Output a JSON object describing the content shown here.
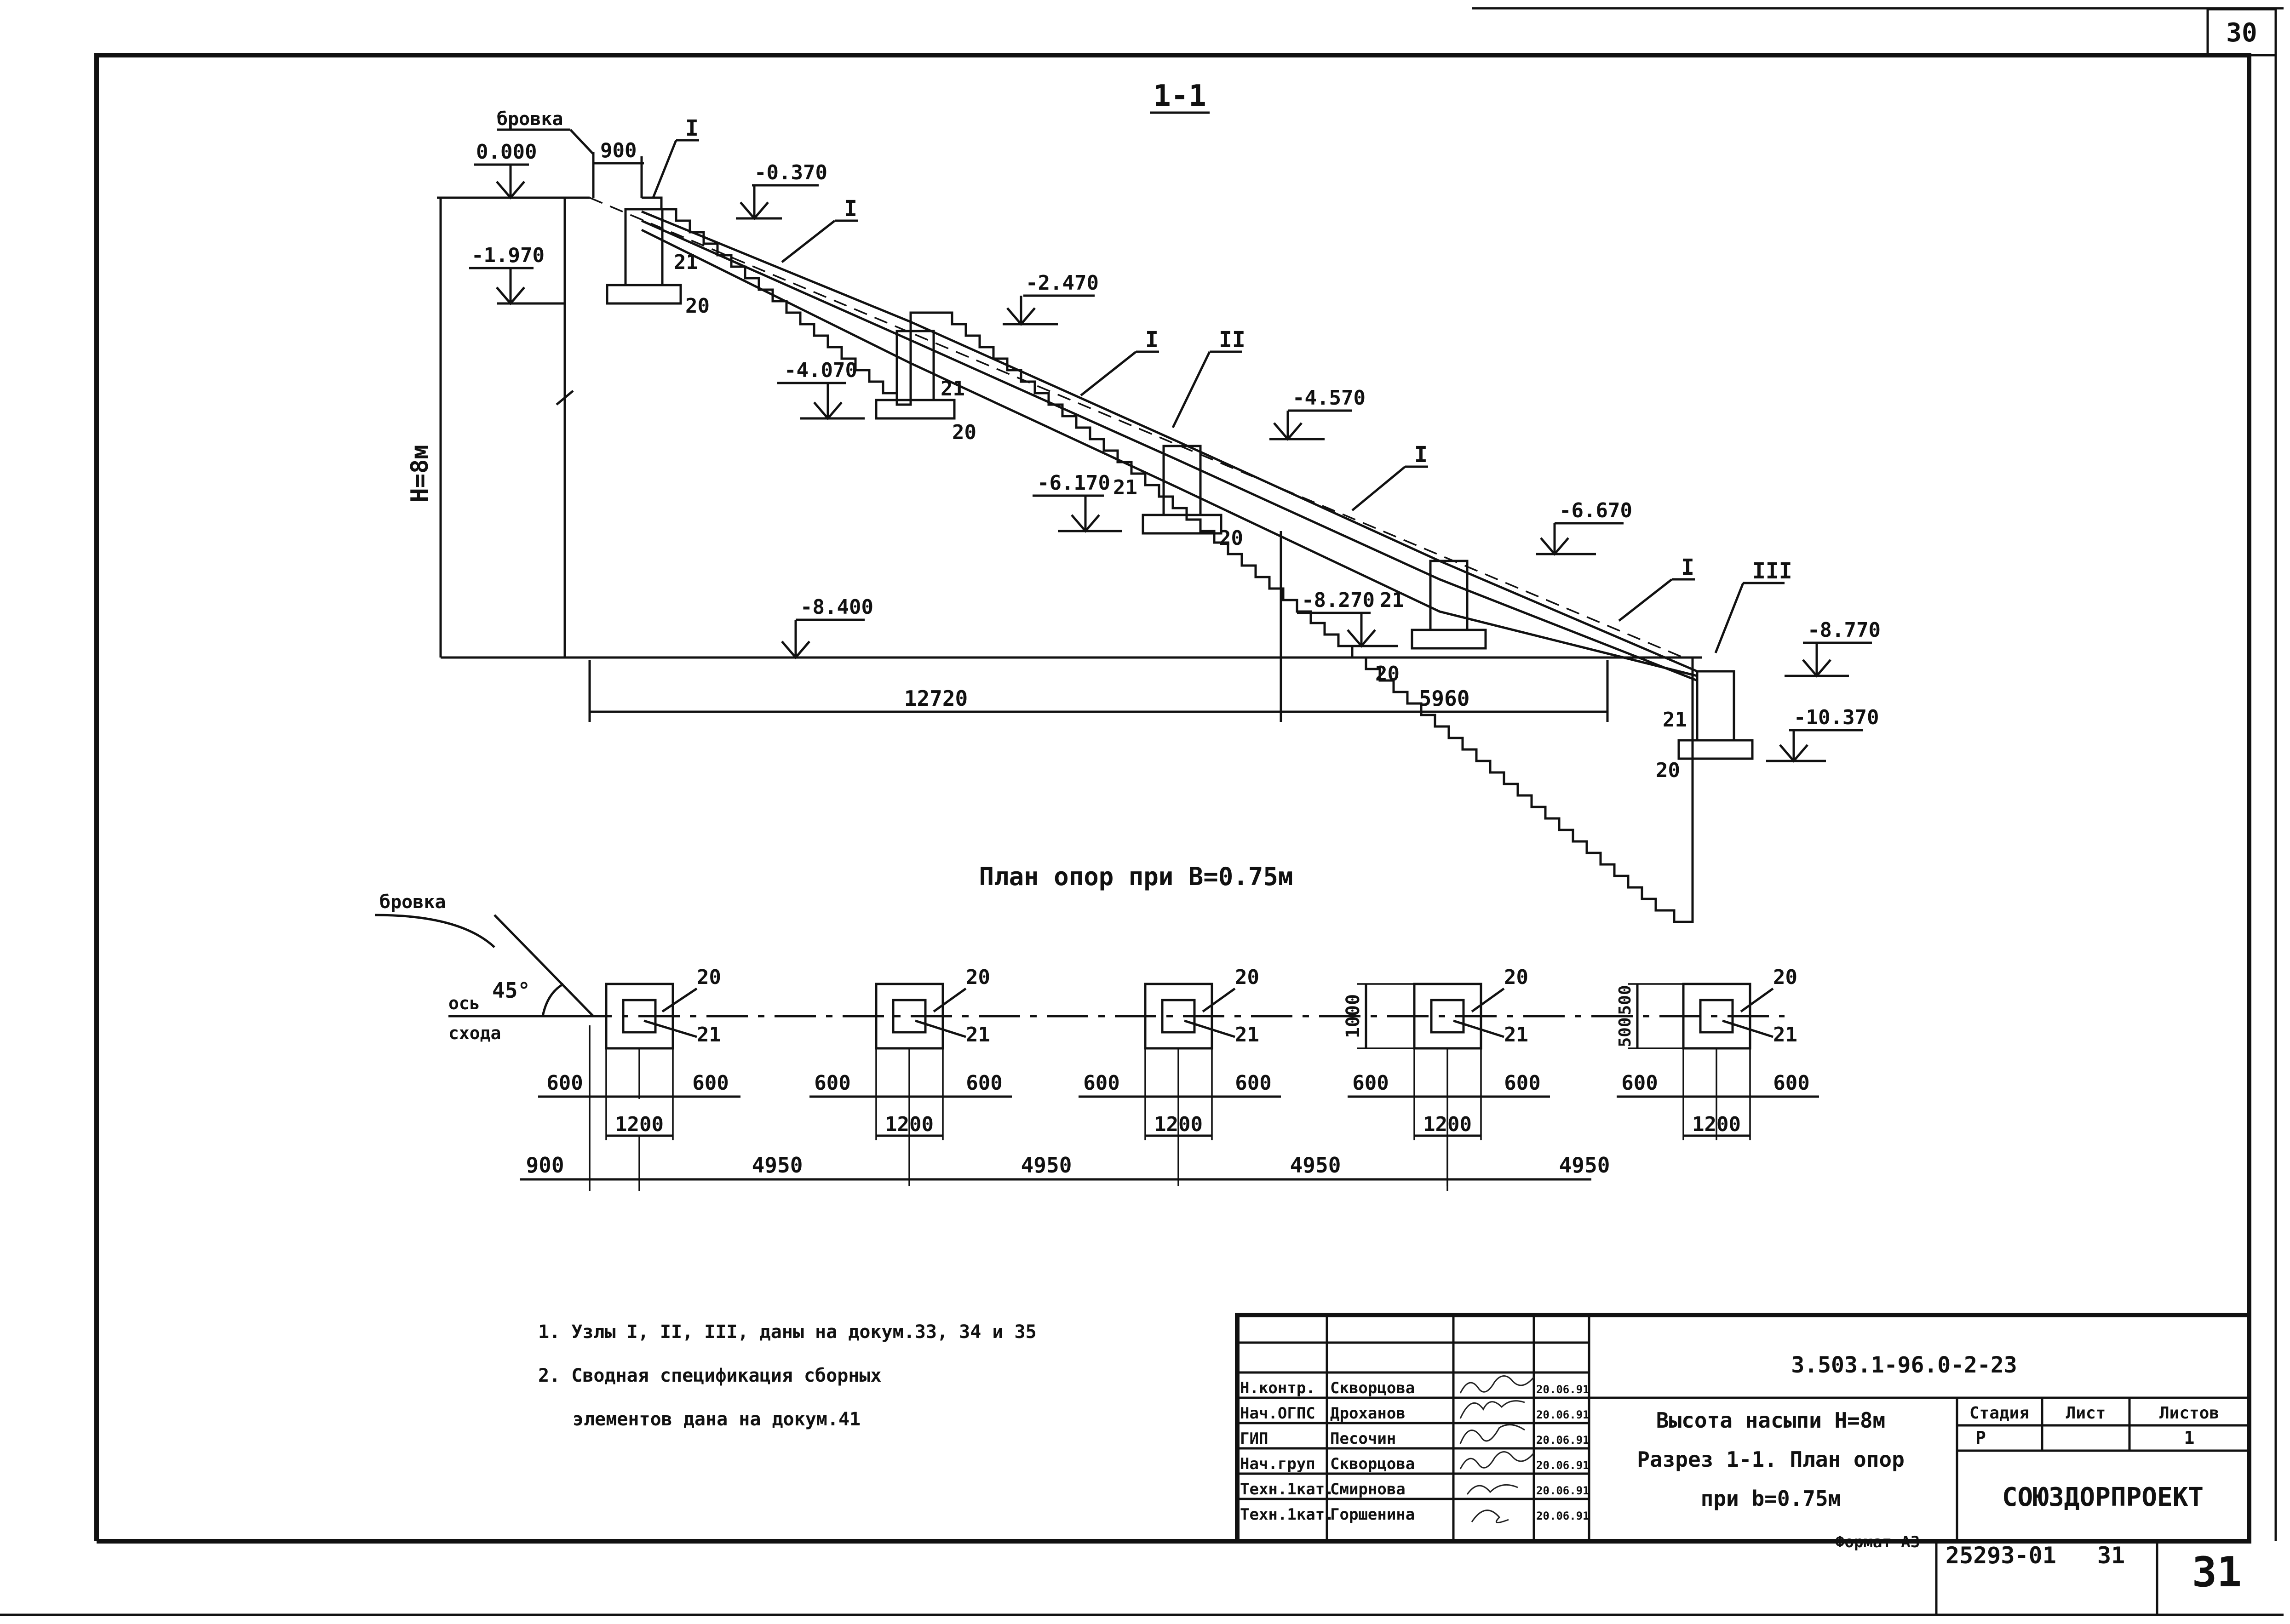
{
  "sheet_number_top": "30",
  "sheet_number_bottom": "31",
  "inventory_number": "25293-01",
  "inventory_page": "31",
  "format_label": "Формат А3",
  "section": {
    "title": "1-1",
    "brovka": "бровка",
    "dim_900": "900",
    "height_label": "Н=8м",
    "bottom_dims": [
      "12720",
      "5960"
    ],
    "levels": [
      "0.000",
      "-0.370",
      "-1.970",
      "-2.470",
      "-4.070",
      "-4.570",
      "-6.170",
      "-6.670",
      "-8.270",
      "-8.400",
      "-8.770",
      "-10.370"
    ],
    "node_labels": [
      "I",
      "I",
      "I",
      "II",
      "I",
      "I",
      "III"
    ],
    "part_top": "21",
    "part_bottom": "20"
  },
  "plan": {
    "title": "План опор при В=0.75м",
    "brovka": "бровка",
    "angle": "45°",
    "axis_line1": "ось",
    "axis_line2": "схода",
    "part_outer": "20",
    "part_inner": "21",
    "dim_side": "600",
    "dim_width": "1200",
    "dim_first": "900",
    "dim_step": "4950",
    "dim_height": "1000",
    "dim_half": "500",
    "supports_count": 5
  },
  "notes": [
    "1. Узлы I, II, III, даны на докум.33, 34 и 35",
    "2. Сводная спецификация сборных",
    "элементов дана на докум.41"
  ],
  "title_block": {
    "drawing_code": "3.503.1-96.0-2-23",
    "drawing_title": [
      "Высота насыпи Н=8м",
      "Разрез 1-1. План опор",
      "при b=0.75м"
    ],
    "col_stage": "Стадия",
    "col_sheet": "Лист",
    "col_sheets": "Листов",
    "stage": "Р",
    "sheets": "1",
    "organization": "СОЮЗДОРПРОЕКТ",
    "signatures": [
      {
        "role": "Н.контр.",
        "name": "Скворцова",
        "date": "20.06.91"
      },
      {
        "role": "Нач.ОГПС",
        "name": "Дроханов",
        "date": "20.06.91"
      },
      {
        "role": "ГИП",
        "name": "Песочин",
        "date": "20.06.91"
      },
      {
        "role": "Нач.груп",
        "name": "Скворцова",
        "date": "20.06.91"
      },
      {
        "role": "Техн.1кат.",
        "name": "Смирнова",
        "date": "20.06.91"
      },
      {
        "role": "Техн.1кат.",
        "name": "Горшенина",
        "date": "20.06.91"
      }
    ]
  }
}
